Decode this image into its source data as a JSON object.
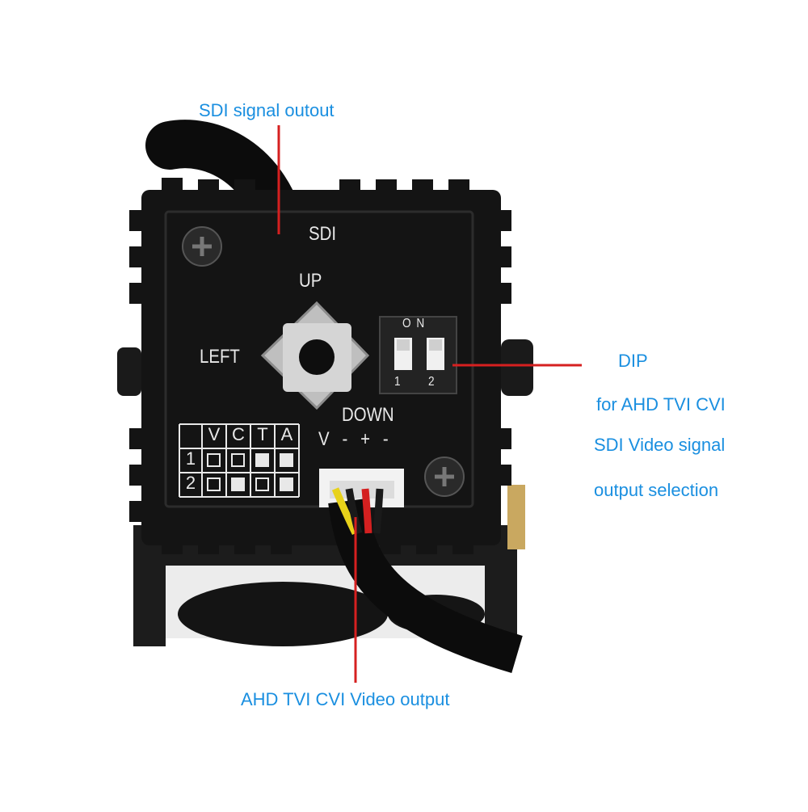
{
  "callouts": {
    "sdi_output": "SDI signal outout",
    "dip_title": "DIP",
    "dip_line1": "for AHD TVI CVI",
    "dip_line2": "SDI Video signal",
    "dip_line3": "output selection",
    "ahd_output": "AHD TVI CVI Video output"
  },
  "silkscreen": {
    "sdi": "SDI",
    "up": "UP",
    "left": "LEFT",
    "down": "DOWN",
    "pins": "V - + -",
    "dip_on": "ON",
    "dip_1": "1",
    "dip_2": "2"
  },
  "mode_table": {
    "headers": [
      "V",
      "C",
      "T",
      "A"
    ],
    "rows": [
      {
        "label": "1",
        "cells": [
          "off",
          "off",
          "on",
          "on"
        ]
      },
      {
        "label": "2",
        "cells": [
          "off",
          "on",
          "off",
          "on"
        ]
      }
    ]
  },
  "colors": {
    "callout_text": "#1a8fe0",
    "leader_line": "#d62020",
    "board": "#111111",
    "silkscreen": "#e8e8e8",
    "wire_yellow": "#e8d21a",
    "wire_red": "#d42020"
  }
}
